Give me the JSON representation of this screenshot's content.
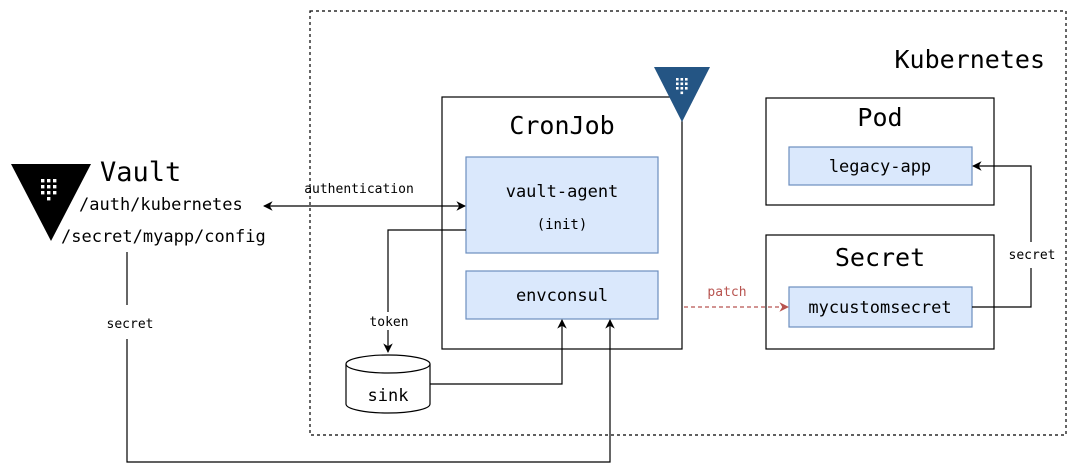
{
  "colors": {
    "stroke": "#000000",
    "inner_box_fill": "#dae8fc",
    "inner_box_stroke": "#6c8ebf",
    "patch_red": "#b85450",
    "vault_badge": "#245584",
    "vault_logo": "#000000"
  },
  "icons": {
    "vault_logo": "vault-triangle-logo",
    "cronjob_badge": "vault-triangle-badge"
  },
  "cluster": {
    "title": "Kubernetes"
  },
  "vault": {
    "title": "Vault",
    "auth_path": "/auth/kubernetes",
    "secret_path": "/secret/myapp/config"
  },
  "cronjob": {
    "title": "CronJob",
    "agent_label": "vault-agent",
    "agent_sub": "(init)",
    "envconsul_label": "envconsul"
  },
  "pod": {
    "title": "Pod",
    "app_label": "legacy-app"
  },
  "secret_box": {
    "title": "Secret",
    "item_label": "mycustomsecret"
  },
  "sink": {
    "label": "sink"
  },
  "edges": {
    "authentication": "authentication",
    "token": "token",
    "secret_left": "secret",
    "secret_right": "secret",
    "patch": "patch"
  }
}
